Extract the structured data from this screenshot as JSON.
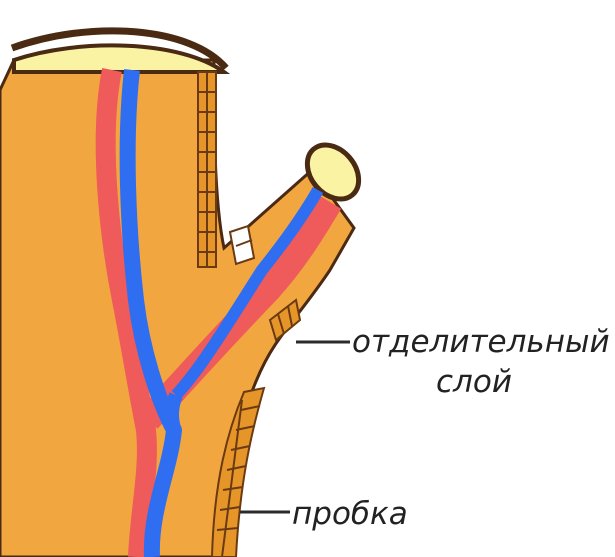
{
  "colors": {
    "background": "#ffffff",
    "trunk_fill": "#f2a640",
    "trunk_outline": "#4a2a12",
    "cut_surface": "#fbf3a4",
    "bark_outline": "#5a3616",
    "vessel_red": "#ef5a5a",
    "vessel_blue": "#2f6ef0",
    "cork_cells": "#e69628",
    "cork_lines": "#6b3a12",
    "leader_line": "#2b2b2b"
  },
  "labels": {
    "separating_layer_line1": "отделительный",
    "separating_layer_line2": "слой",
    "cork": "пробка"
  }
}
